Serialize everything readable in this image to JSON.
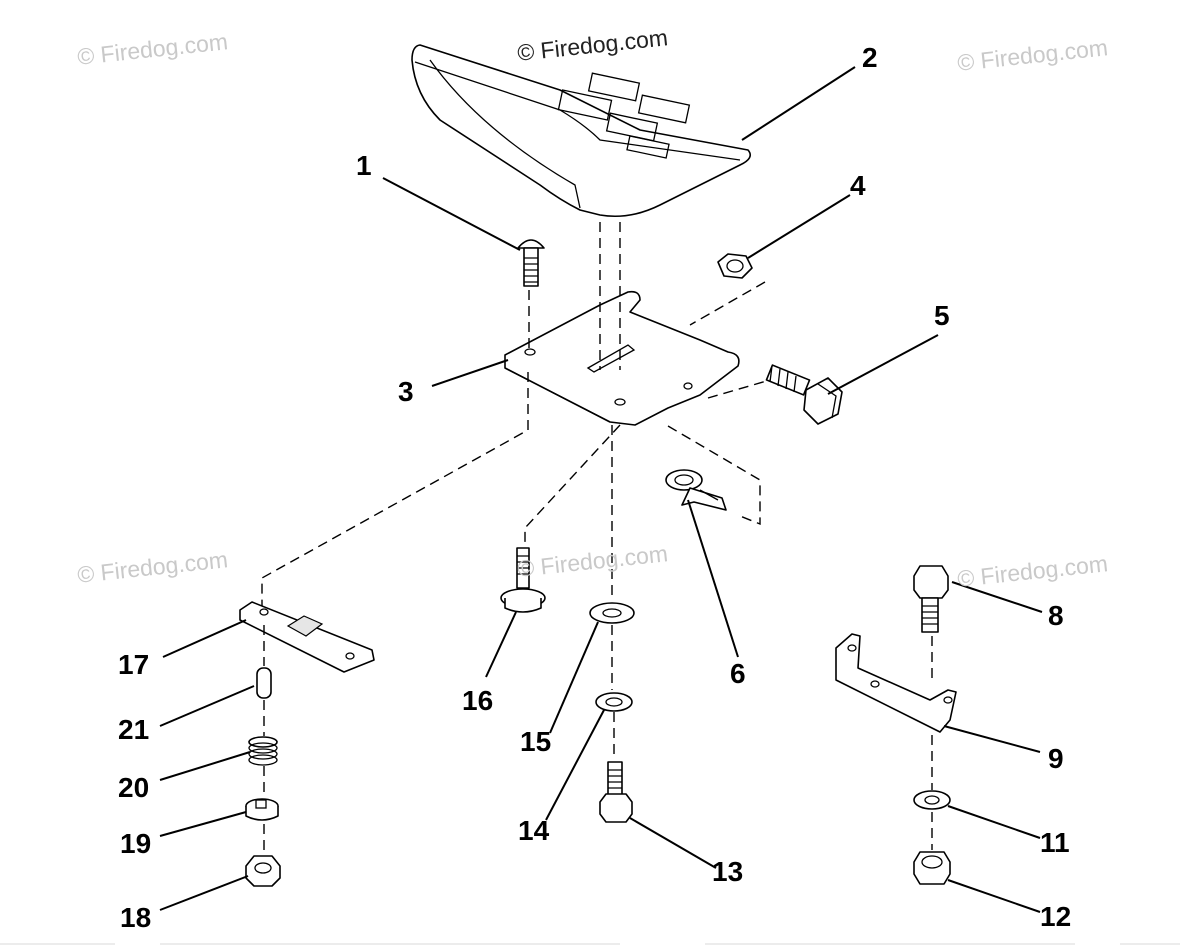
{
  "watermarks": {
    "top_left": "© Firedog.com",
    "top_center": "© Firedog.com",
    "top_right": "© Firedog.com",
    "mid_left": "© Firedog.com",
    "mid_center": "© Firedog.com",
    "mid_right": "© Firedog.com"
  },
  "callouts": {
    "c1": "1",
    "c2": "2",
    "c3": "3",
    "c4": "4",
    "c5": "5",
    "c6": "6",
    "c8": "8",
    "c9": "9",
    "c11": "11",
    "c12": "12",
    "c13": "13",
    "c14": "14",
    "c15": "15",
    "c16": "16",
    "c17": "17",
    "c18": "18",
    "c19": "19",
    "c20": "20",
    "c21": "21"
  }
}
